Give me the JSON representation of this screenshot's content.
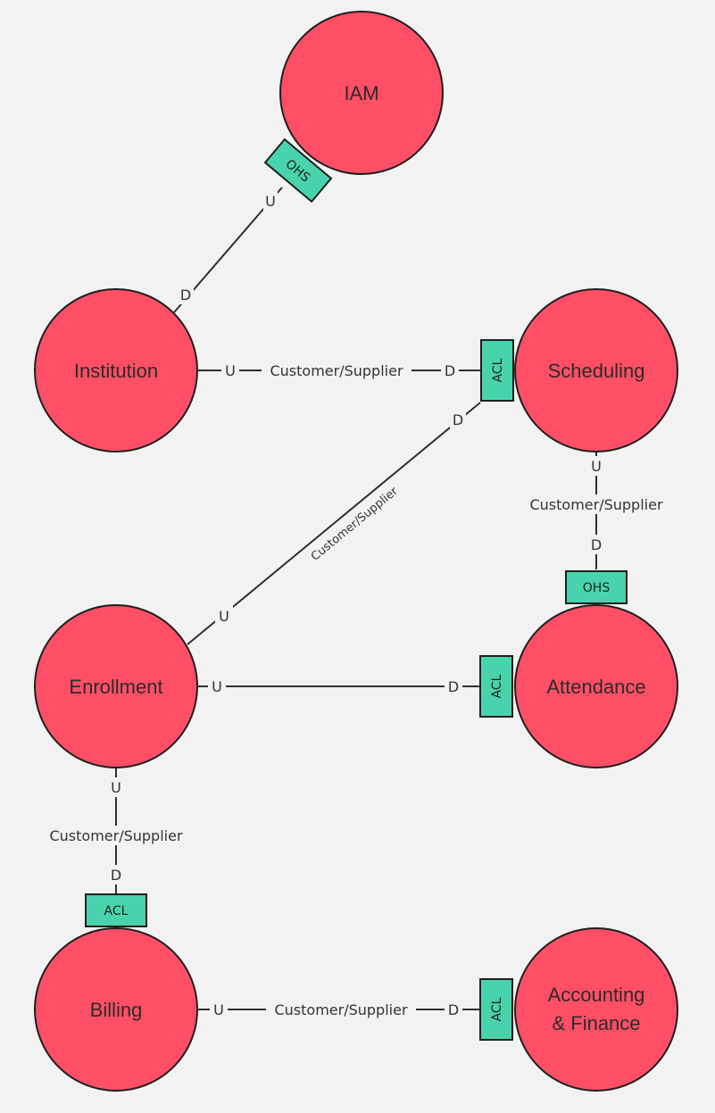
{
  "contexts": {
    "iam": "IAM",
    "institution": "Institution",
    "scheduling": "Scheduling",
    "enrollment": "Enrollment",
    "attendance": "Attendance",
    "billing": "Billing",
    "accounting_line1": "Accounting",
    "accounting_line2": "& Finance"
  },
  "relations": {
    "iam_institution": {
      "upstream": "U",
      "downstream": "D",
      "upstream_pattern": "OHS"
    },
    "institution_scheduling": {
      "upstream": "U",
      "label": "Customer/Supplier",
      "downstream": "D",
      "downstream_pattern": "ACL"
    },
    "enrollment_scheduling": {
      "upstream": "U",
      "label": "Customer/Supplier",
      "downstream": "D"
    },
    "scheduling_attendance": {
      "upstream": "U",
      "label": "Customer/Supplier",
      "downstream": "D",
      "upstream_pattern": "OHS"
    },
    "enrollment_attendance": {
      "upstream": "U",
      "downstream": "D",
      "downstream_pattern": "ACL"
    },
    "enrollment_billing": {
      "upstream": "U",
      "label": "Customer/Supplier",
      "downstream": "D",
      "downstream_pattern": "ACL"
    },
    "billing_accounting": {
      "upstream": "U",
      "label": "Customer/Supplier",
      "downstream": "D",
      "downstream_pattern": "ACL"
    }
  },
  "colors": {
    "context_fill": "#ff4f66",
    "pattern_fill": "#49d3ac",
    "background": "#f2f2f2",
    "stroke": "#1e1e1e"
  }
}
